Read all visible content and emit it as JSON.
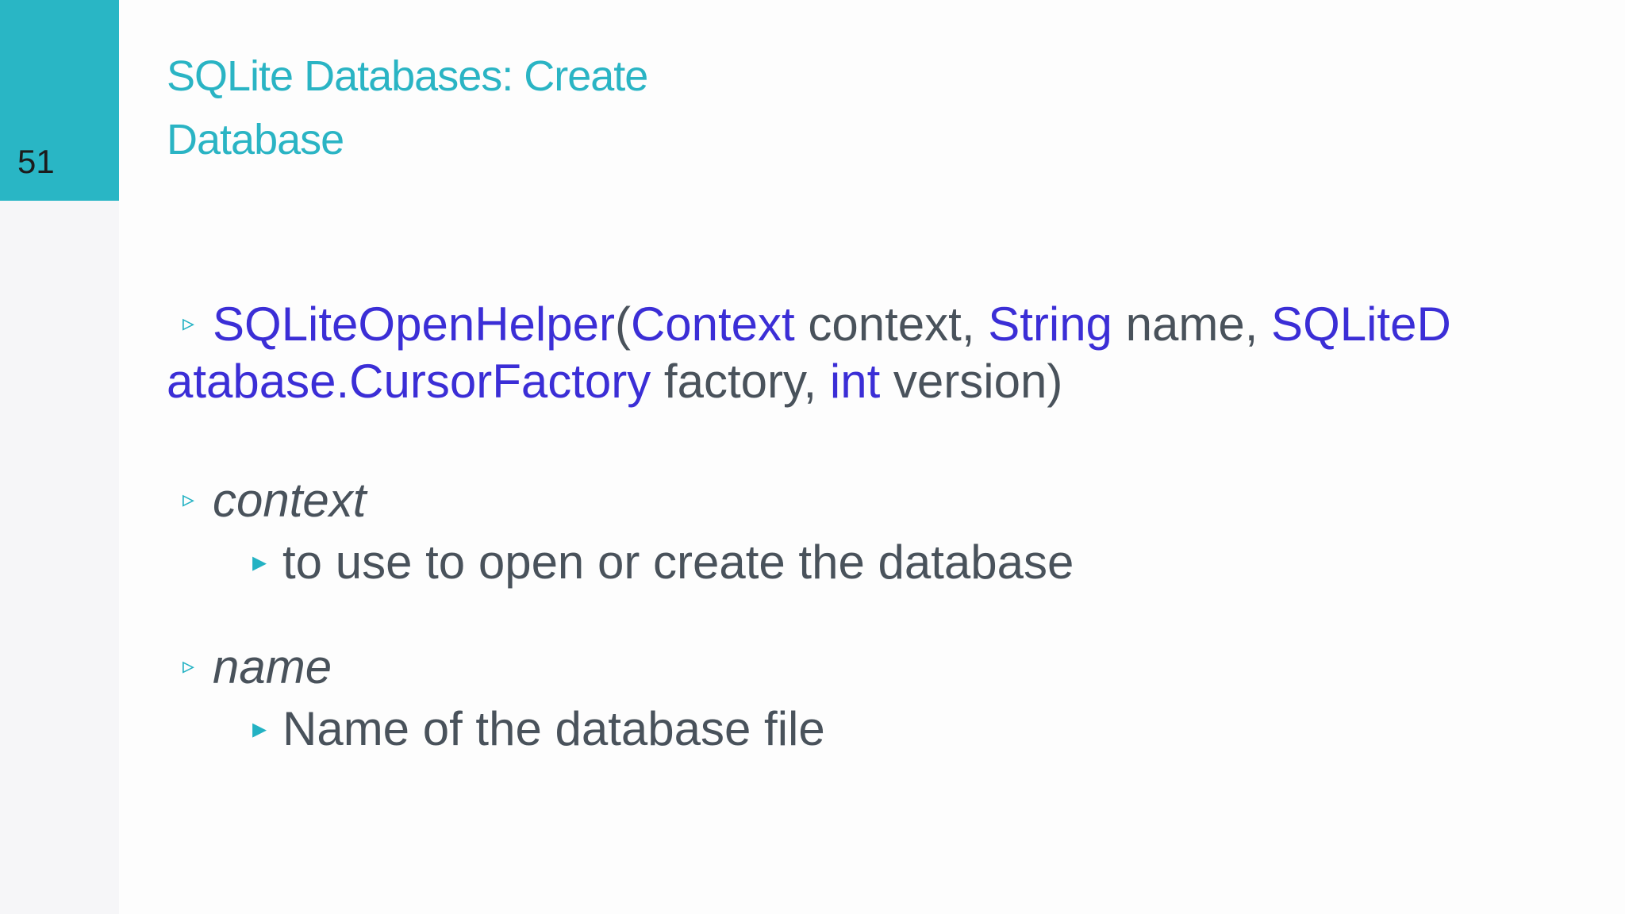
{
  "page": {
    "number": "51"
  },
  "title": {
    "line1": "SQLite Databases: Create",
    "line2": "Database"
  },
  "colors": {
    "accent_teal": "#29B6C5",
    "title_teal": "#2AB4C4",
    "code_blue": "#3B2ED6",
    "body_gray": "#49525B",
    "sidebar_gray": "#F6F6F8",
    "page_number_text": "#1C1C1C",
    "background": "#FDFDFD"
  },
  "glyphs": {
    "bullet_level1_open_triangle": "▹",
    "bullet_level2_filled_triangle": "▸"
  },
  "signature": {
    "line1": [
      {
        "text": "SQLiteOpenHelper",
        "style": "blue"
      },
      {
        "text": "(",
        "style": "gray"
      },
      {
        "text": "Context",
        "style": "blue"
      },
      {
        "text": " context, ",
        "style": "gray"
      },
      {
        "text": "String",
        "style": "blue"
      },
      {
        "text": " name, ",
        "style": "gray"
      },
      {
        "text": "SQLiteD",
        "style": "blue"
      }
    ],
    "line2": [
      {
        "text": "atabase.CursorFactory",
        "style": "blue"
      },
      {
        "text": " factory, ",
        "style": "gray"
      },
      {
        "text": "int",
        "style": "blue"
      },
      {
        "text": " version)",
        "style": "gray"
      }
    ]
  },
  "params": [
    {
      "term": "context",
      "desc": "to use to open or create the database"
    },
    {
      "term": "name",
      "desc": "Name of the database file"
    }
  ]
}
